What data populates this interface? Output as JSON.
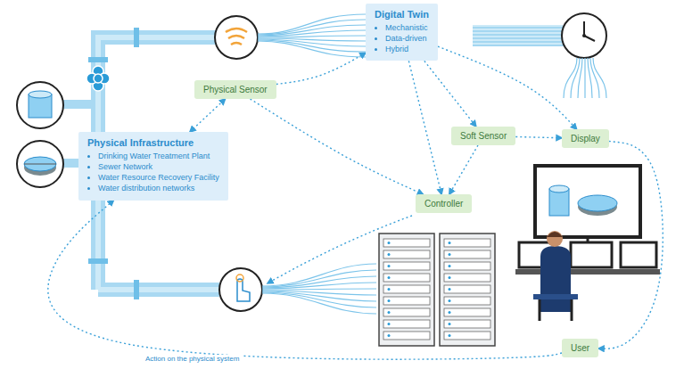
{
  "diagram": {
    "nodes": [
      {
        "text": [
          "Physical Infrastructure",
          "Drinking Water Treatment Plant",
          "Sewer Network",
          "Water Resource Recovery Facility",
          "Water distribution networks"
        ]
      },
      {
        "text": [
          "Physical Sensor"
        ]
      },
      {
        "text": [
          "Digital Twin",
          "Mechanistic",
          "Data-driven",
          "Hybrid"
        ]
      },
      {
        "text": [
          "Soft Sensor"
        ]
      },
      {
        "text": [
          "Display"
        ]
      },
      {
        "text": [
          "Controller"
        ]
      },
      {
        "text": [
          "User"
        ]
      }
    ],
    "edges": [
      {
        "from": 0,
        "to": 1,
        "arrow": "both"
      },
      {
        "from": 1,
        "to": 2,
        "arrow": "to"
      },
      {
        "from": 1,
        "to": 5,
        "arrow": "to"
      },
      {
        "from": 2,
        "to": 3,
        "arrow": "to"
      },
      {
        "from": 2,
        "to": 5,
        "arrow": "to"
      },
      {
        "from": 2,
        "to": 4,
        "arrow": "to"
      },
      {
        "from": 3,
        "to": 5,
        "arrow": "to"
      },
      {
        "from": 3,
        "to": 4,
        "arrow": "to"
      },
      {
        "from": 4,
        "to": 6,
        "arrow": "to"
      },
      {
        "from": 6,
        "to": 0,
        "label": "Action on the physical system",
        "arrow": "to"
      }
    ]
  }
}
